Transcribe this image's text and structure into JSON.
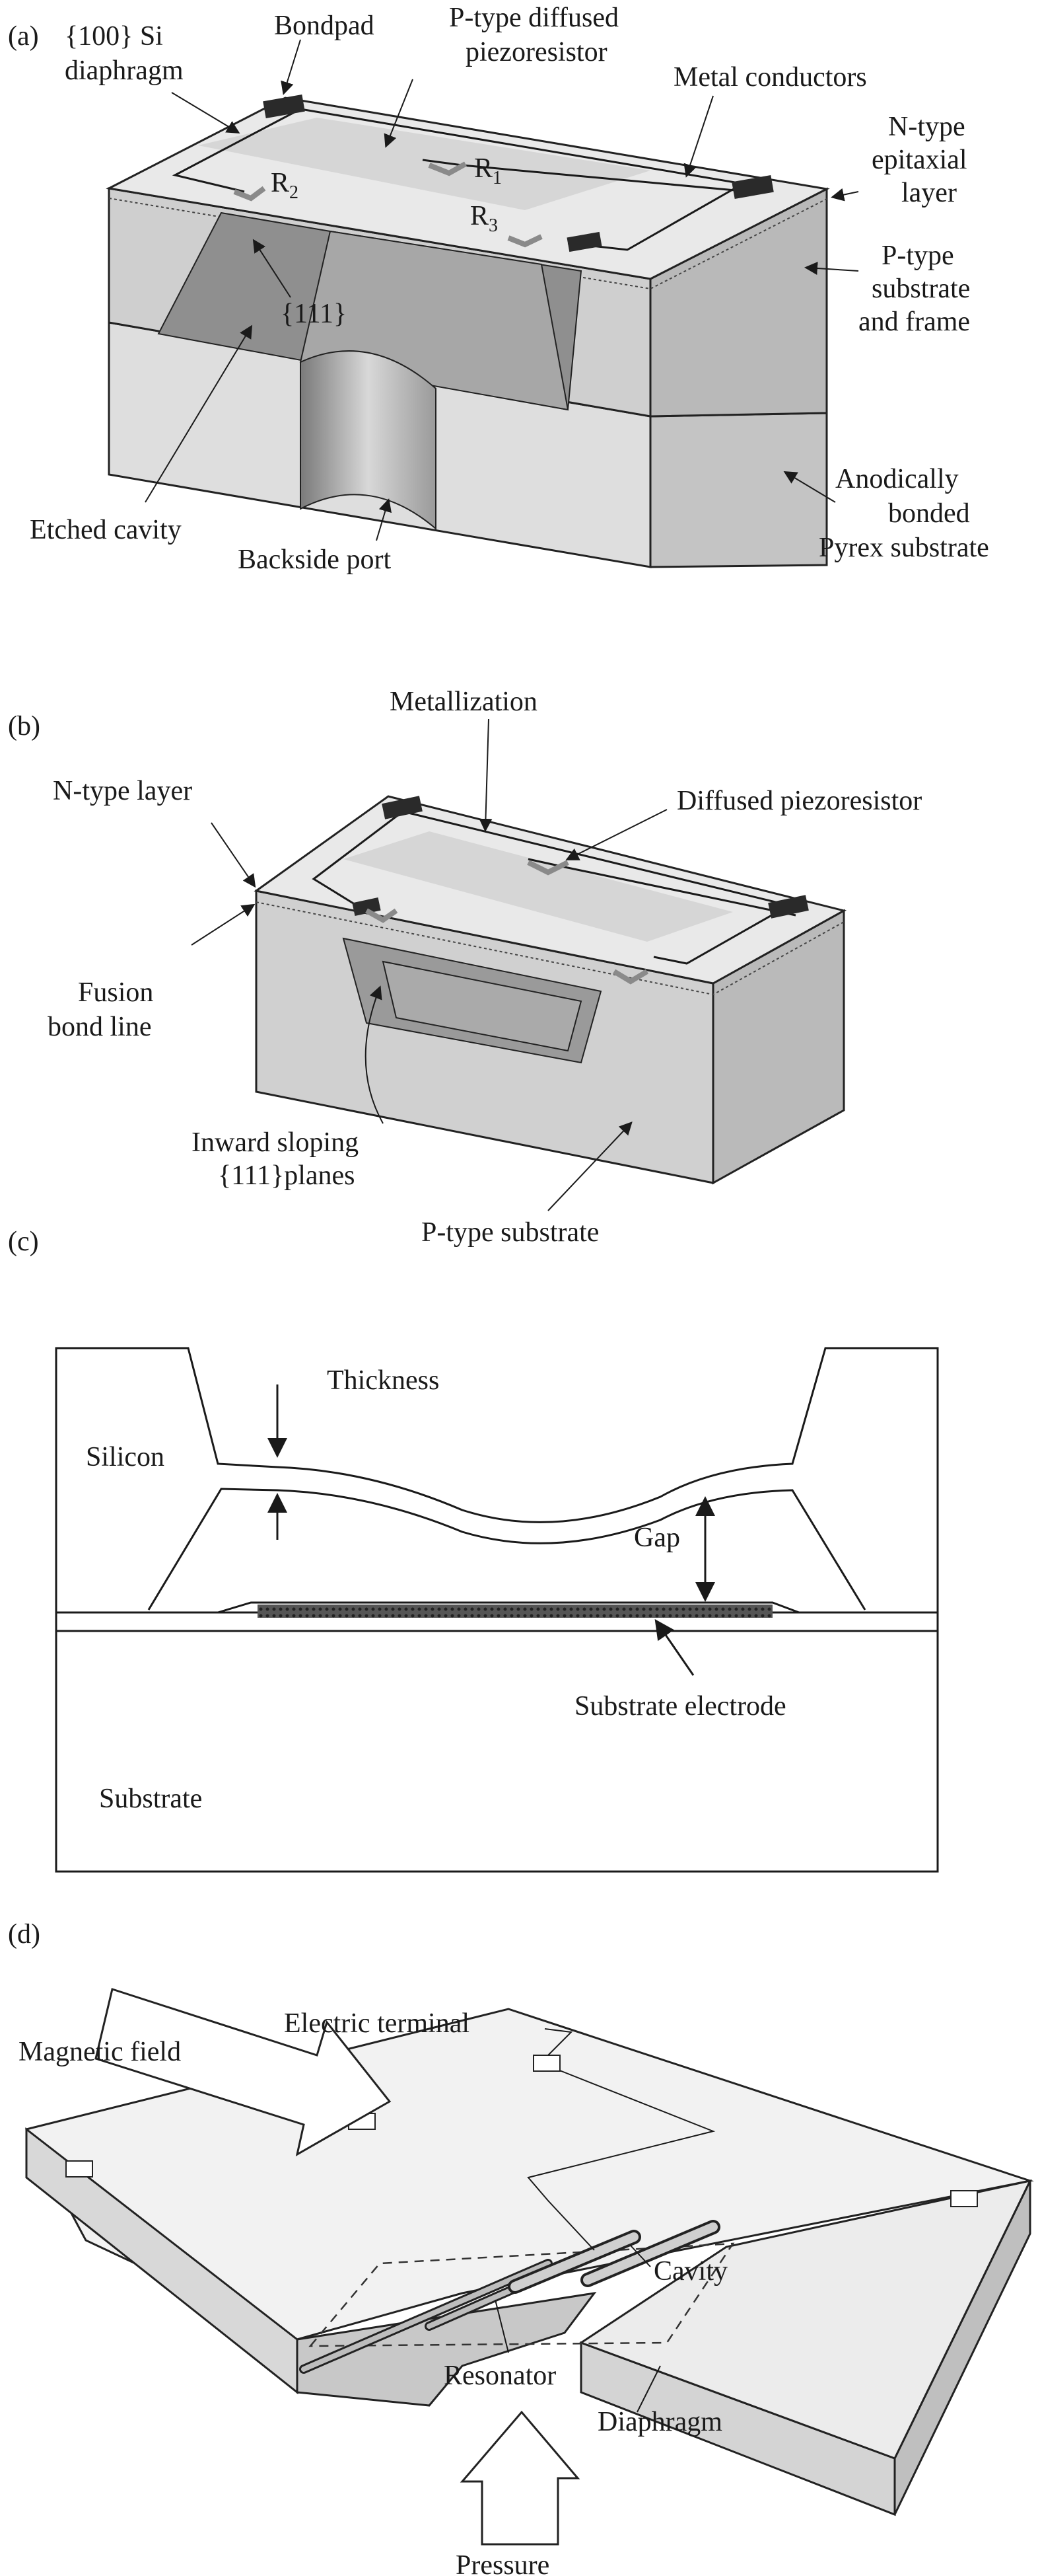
{
  "panels": {
    "a": {
      "tag": "(a)",
      "labels": {
        "si_diaphragm_1": "{100} Si",
        "si_diaphragm_2": "diaphragm",
        "bondpad": "Bondpad",
        "p_diffused_1": "P-type diffused",
        "p_diffused_2": "piezoresistor",
        "metal_conductors": "Metal conductors",
        "n_epi_1": "N-type",
        "n_epi_2": "epitaxial",
        "n_epi_3": "layer",
        "r1": "R",
        "r1_sub": "1",
        "r2": "R",
        "r2_sub": "2",
        "r3": "R",
        "r3_sub": "3",
        "p_sub_1": "P-type",
        "p_sub_2": "substrate",
        "p_sub_3": "and frame",
        "plane111": "{111}",
        "etched_cavity": "Etched cavity",
        "backside_port": "Backside port",
        "pyrex_1": "Anodically",
        "pyrex_2": "bonded",
        "pyrex_3": "Pyrex substrate"
      }
    },
    "b": {
      "tag": "(b)",
      "labels": {
        "metallization": "Metallization",
        "n_layer": "N-type layer",
        "diffused": "Diffused piezoresistor",
        "fusion_1": "Fusion",
        "fusion_2": "bond line",
        "inward_1": "Inward sloping",
        "inward_2": "{111}planes",
        "p_substrate": "P-type substrate"
      }
    },
    "c": {
      "tag": "(c)",
      "labels": {
        "thickness": "Thickness",
        "silicon": "Silicon",
        "gap": "Gap",
        "substrate_electrode": "Substrate electrode",
        "substrate": "Substrate"
      }
    },
    "d": {
      "tag": "(d)",
      "labels": {
        "electric_terminal": "Electric terminal",
        "magnetic_field": "Magnetic field",
        "cavity": "Cavity",
        "resonator": "Resonator",
        "diaphragm": "Diaphragm",
        "pressure": "Pressure"
      }
    }
  },
  "colors": {
    "top_face": "#e9e9e9",
    "top_diaphragm": "#d6d6d6",
    "front_face": "#cfcfcf",
    "side_face": "#b9b9b9",
    "cavity_dark": "#8f8f8f",
    "cavity_mid": "#a7a7a7",
    "pyrex_front": "#dedede",
    "pyrex_side": "#c4c4c4",
    "pad": "#2a2a2a"
  }
}
